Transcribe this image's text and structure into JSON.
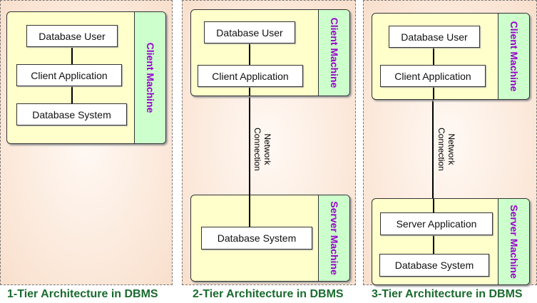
{
  "diagrams": [
    {
      "caption": "1-Tier Architecture in DBMS",
      "machines": [
        {
          "label": "Client Machine",
          "components": [
            "Database User",
            "Client Application",
            "Database System"
          ]
        }
      ]
    },
    {
      "caption": "2-Tier Architecture in DBMS",
      "network_label": [
        "Network",
        "Connection"
      ],
      "machines": [
        {
          "label": "Client Machine",
          "components": [
            "Database User",
            "Client Application"
          ]
        },
        {
          "label": "Server Machine",
          "components": [
            "Database System"
          ]
        }
      ]
    },
    {
      "caption": "3-Tier Architecture in DBMS",
      "network_label": [
        "Network",
        "Connection"
      ],
      "machines": [
        {
          "label": "Client Machine",
          "components": [
            "Database User",
            "Client Application"
          ]
        },
        {
          "label": "Server Machine",
          "components": [
            "Server Application",
            "Database System"
          ]
        }
      ]
    }
  ],
  "colors": {
    "caption": "#1a6b2e",
    "machine_label": "#9900cc",
    "machine_fill": "#ffffcc",
    "label_fill": "#ccffcc"
  }
}
